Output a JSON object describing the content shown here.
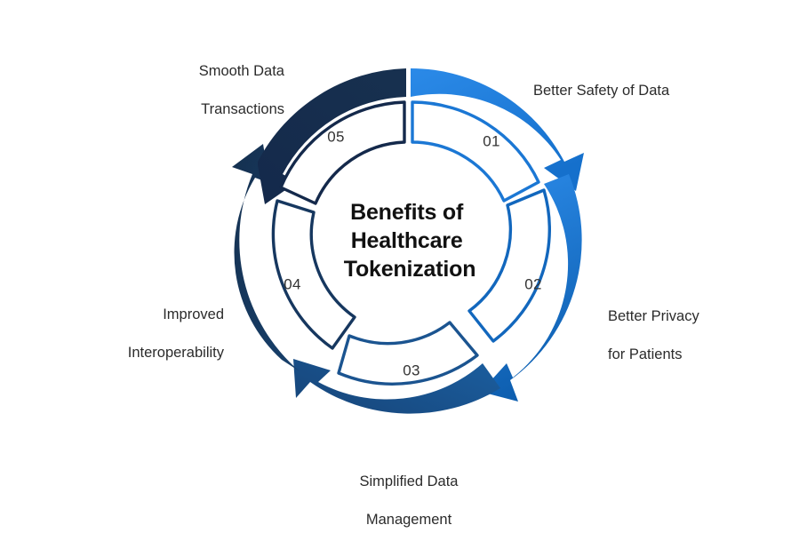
{
  "diagram": {
    "type": "circular-cycle",
    "center_title_lines": [
      "Benefits of",
      "Healthcare",
      "Tokenization"
    ],
    "center_title": "Benefits of Healthcare Tokenization",
    "background_color": "#ffffff",
    "number_color": "#333333",
    "label_color": "#2b2b2b",
    "title_color": "#111111",
    "segment_count": 5,
    "segments": [
      {
        "number": "01",
        "label": "Better Safety of Data",
        "label_lines": [
          "Better Safety of Data"
        ],
        "color": "#1b77d4",
        "color_end": "#2186e6",
        "start_angle": 0,
        "end_angle": 72,
        "position": "top-right"
      },
      {
        "number": "02",
        "label": "Better Privacy for Patients",
        "label_lines": [
          "Better Privacy",
          "for Patients"
        ],
        "color": "#1267bd",
        "color_end": "#2a8ae8",
        "start_angle": 72,
        "end_angle": 144,
        "position": "right"
      },
      {
        "number": "03",
        "label": "Simplified Data Management",
        "label_lines": [
          "Simplified Data",
          "Management"
        ],
        "color": "#1b5490",
        "color_end": "#164b82",
        "start_angle": 144,
        "end_angle": 216,
        "position": "bottom"
      },
      {
        "number": "04",
        "label": "Improved Interoperability",
        "label_lines": [
          "Improved",
          "Interoperability"
        ],
        "color": "#16375f",
        "color_end": "#1c4271",
        "start_angle": 216,
        "end_angle": 288,
        "position": "left"
      },
      {
        "number": "05",
        "label": "Smooth Data Transactions",
        "label_lines": [
          "Smooth Data",
          "Transactions"
        ],
        "color": "#14294b",
        "color_end": "#1a3456",
        "start_angle": 288,
        "end_angle": 360,
        "position": "top-left"
      }
    ]
  }
}
